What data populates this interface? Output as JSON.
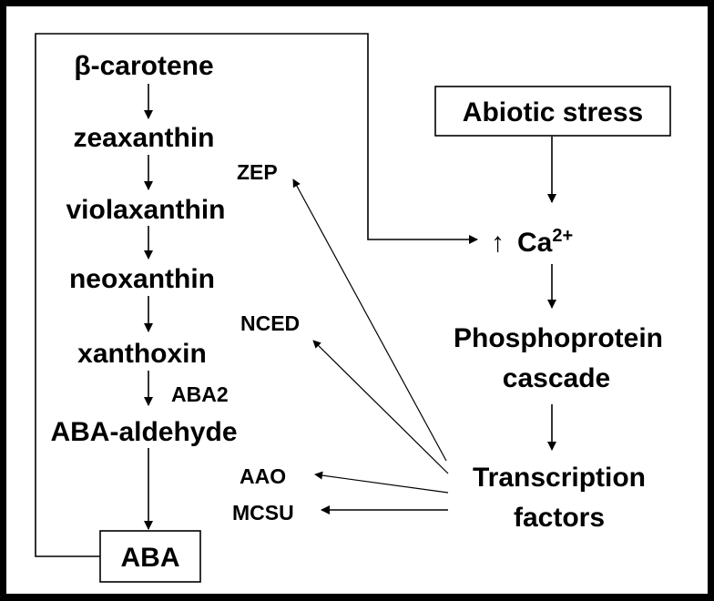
{
  "pathway": {
    "beta_carotene": "β-carotene",
    "zeaxanthin": "zeaxanthin",
    "violaxanthin": "violaxanthin",
    "neoxanthin": "neoxanthin",
    "xanthoxin": "xanthoxin",
    "aba_aldehyde": "ABA-aldehyde",
    "aba": "ABA"
  },
  "enzymes": {
    "zep": "ZEP",
    "nced": "NCED",
    "aba2": "ABA2",
    "aao": "AAO",
    "mcsu": "MCSU"
  },
  "signaling": {
    "abiotic_stress": "Abiotic stress",
    "calcium_up": "↑",
    "calcium": "Ca",
    "calcium_charge": "2+",
    "phosphoprotein": "Phosphoprotein",
    "cascade": "cascade",
    "transcription": "Transcription",
    "factors": "factors"
  }
}
